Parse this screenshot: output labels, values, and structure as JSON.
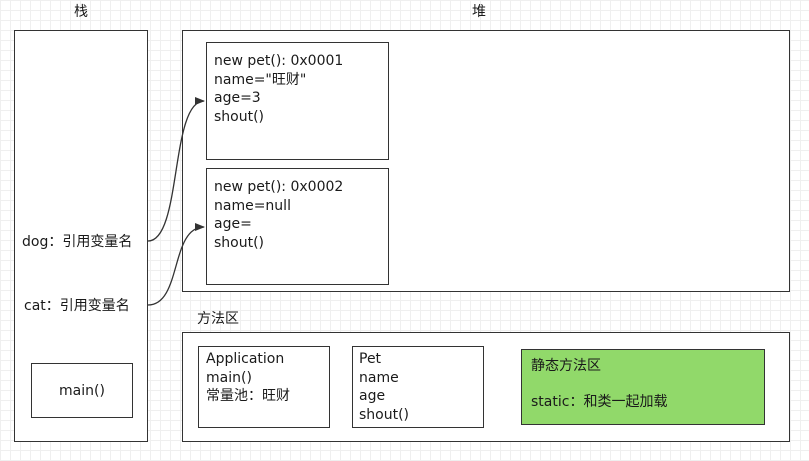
{
  "stack": {
    "title": "栈",
    "dog_var": "dog：引用变量名",
    "cat_var": "cat：引用变量名",
    "main_frame": "main()"
  },
  "heap": {
    "title": "堆",
    "objects": [
      {
        "lines": [
          "new pet(): 0x0001",
          "name=\"旺财\"",
          "age=3",
          "shout()"
        ]
      },
      {
        "lines": [
          "new pet(): 0x0002",
          "name=null",
          "age=",
          "shout()"
        ]
      }
    ]
  },
  "method_area": {
    "title": "方法区",
    "application": {
      "lines": [
        "Application",
        "main()",
        "常量池：旺财"
      ]
    },
    "pet": {
      "lines": [
        "Pet",
        "name",
        "age",
        "shout()"
      ]
    },
    "static_area": {
      "title": "静态方法区",
      "text": "static：和类一起加载",
      "color": "#91d96a"
    }
  }
}
